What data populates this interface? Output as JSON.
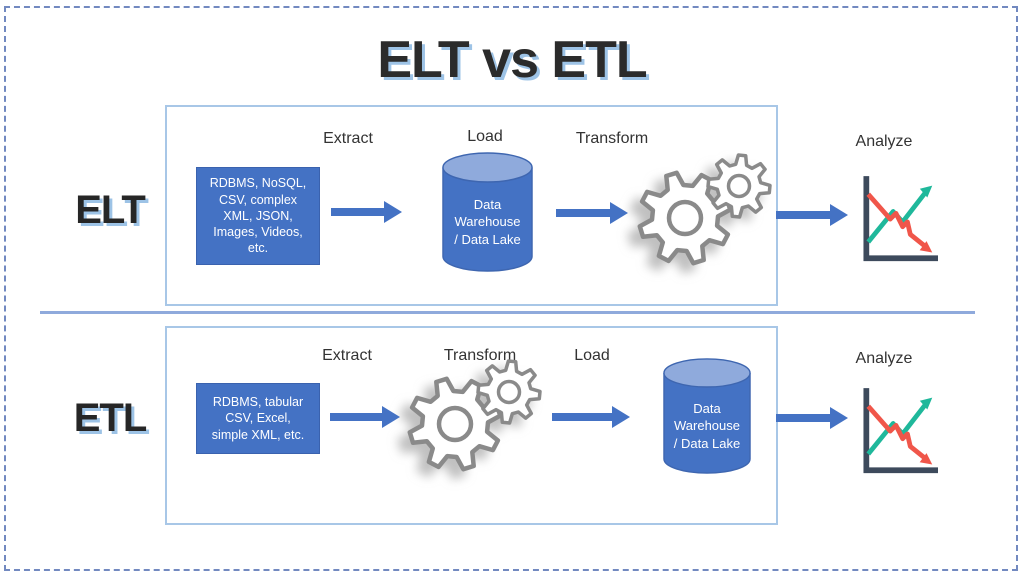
{
  "title": "ELT vs ETL",
  "rows": [
    {
      "label": "ELT",
      "source_text": "RDBMS, NoSQL,\nCSV, complex\nXML, JSON,\nImages, Videos,\netc.",
      "stage_1": "Extract",
      "stage_2": "Load",
      "stage_3": "Transform",
      "stage_4": "Analyze",
      "warehouse_text": "Data\nWarehouse\n/ Data Lake"
    },
    {
      "label": "ETL",
      "source_text": "RDBMS, tabular\nCSV, Excel,\nsimple XML, etc.",
      "stage_1": "Extract",
      "stage_2": "Transform",
      "stage_3": "Load",
      "stage_4": "Analyze",
      "warehouse_text": "Data\nWarehouse\n/ Data Lake"
    }
  ],
  "icons": {
    "gears": "gears-icon",
    "database": "database-cylinder-icon",
    "chart": "line-chart-icon",
    "arrow": "arrow-right-icon"
  },
  "colors": {
    "accent_blue": "#4472C4",
    "cylinder_top": "#8FAADC",
    "panel_border": "#A8C7E7",
    "divider": "#8FAADC",
    "outer_dash": "#7289C0",
    "title_shadow": "#9DC3E6",
    "text_dark": "#2B2B2B",
    "gear_gray": "#8A8A8A",
    "chart_axis": "#3D4A5C",
    "chart_up_line": "#1FB89B",
    "chart_down_line": "#F0564A"
  }
}
